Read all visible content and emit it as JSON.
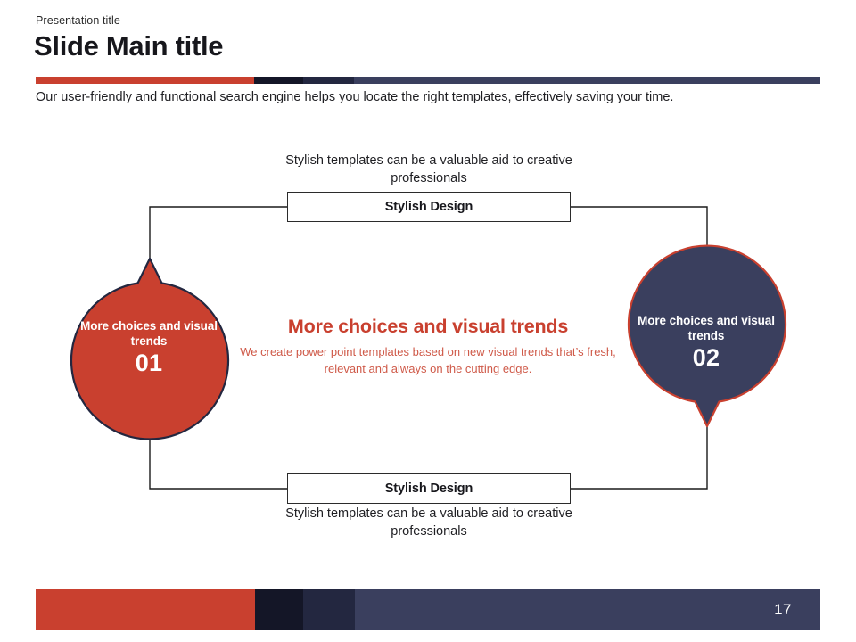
{
  "header": {
    "eyebrow": "Presentation title",
    "title": "Slide Main title",
    "subtitle": "Our user-friendly and functional search engine helps you locate the right templates, effectively saving your time."
  },
  "diagram": {
    "top": {
      "caption": "Stylish templates can be a valuable aid to creative professionals",
      "box_label": "Stylish Design"
    },
    "bottom": {
      "caption": "Stylish templates can be a valuable aid to creative professionals",
      "box_label": "Stylish Design"
    },
    "left_bubble": {
      "title": "More choices and visual trends",
      "number": "01"
    },
    "right_bubble": {
      "title": "More choices and visual trends",
      "number": "02"
    },
    "center": {
      "heading": "More choices and visual trends",
      "body": "We create power point templates based on new visual trends that’s fresh, relevant and always on the cutting edge."
    }
  },
  "footer": {
    "page_number": "17"
  },
  "colors": {
    "accent_red": "#c9402f",
    "body_red": "#cf5a49",
    "navy_dark": "#141627",
    "navy_mid": "#232740",
    "navy_slate": "#3a3f5e",
    "line": "#2b2b2b",
    "text": "#1f1f23",
    "white": "#ffffff"
  }
}
